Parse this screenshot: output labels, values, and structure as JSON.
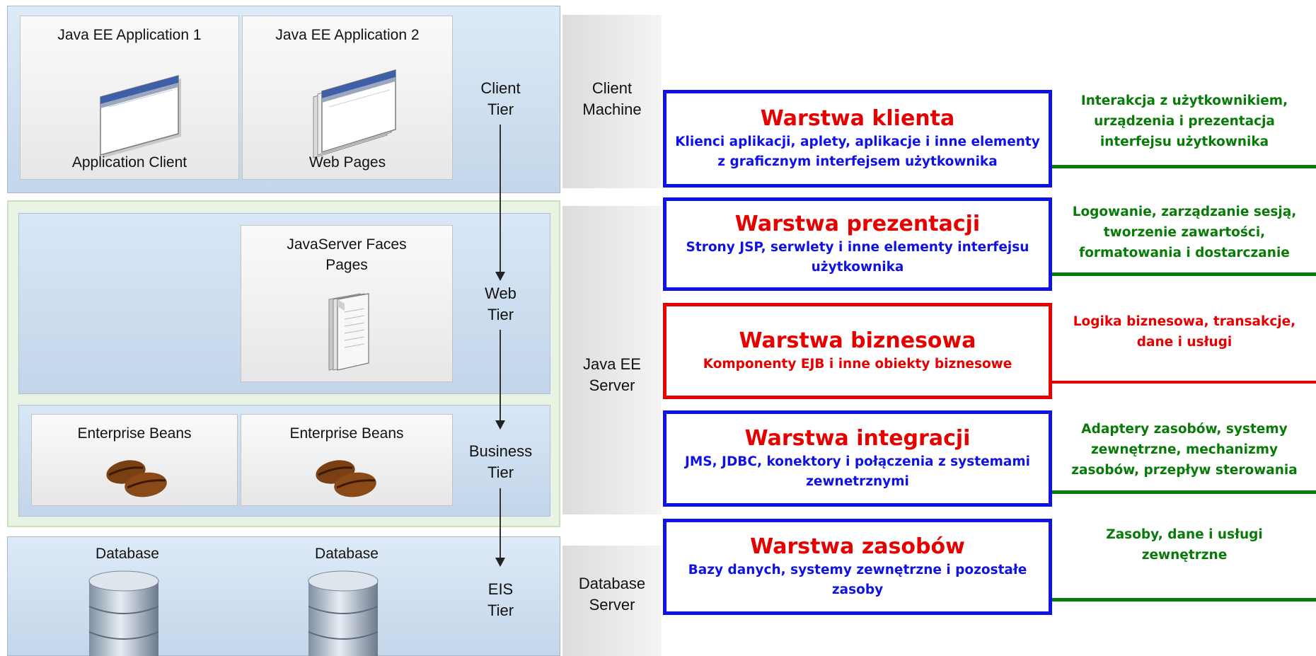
{
  "left": {
    "client_apps": [
      {
        "title": "Java EE Application 1",
        "caption": "Application Client"
      },
      {
        "title": "Java EE Application 2",
        "caption": "Web Pages"
      }
    ],
    "web_component": "JavaServer Faces\nPages",
    "beans": [
      "Enterprise Beans",
      "Enterprise Beans"
    ],
    "databases": [
      "Database",
      "Database"
    ],
    "tiers": {
      "client": "Client\nTier",
      "web": "Web\nTier",
      "business": "Business\nTier",
      "eis": "EIS\nTier"
    },
    "machines": {
      "client": "Client\nMachine",
      "server": "Java EE\nServer",
      "db": "Database\nServer"
    }
  },
  "layers": [
    {
      "title": "Warstwa klienta",
      "subtitle": "Klienci aplikacji, aplety, aplikacje i inne elementy z graficznym interfejsem użytkownika",
      "color": "#0f12e3"
    },
    {
      "title": "Warstwa prezentacji",
      "subtitle": "Strony JSP, serwlety i inne elementy interfejsu użytkownika",
      "color": "#0f12e3"
    },
    {
      "title": "Warstwa biznesowa",
      "subtitle": "Komponenty EJB i inne obiekty biznesowe",
      "color": "#e60000"
    },
    {
      "title": "Warstwa integracji",
      "subtitle": "JMS, JDBC, konektory i połączenia z systemami zewnetrznymi",
      "color": "#0f12e3"
    },
    {
      "title": "Warstwa zasobów",
      "subtitle": "Bazy danych, systemy zewnętrzne i pozostałe zasoby",
      "color": "#0f12e3"
    }
  ],
  "descriptions": [
    {
      "text": "Interakcja z użytkownikiem,\nurządzenia i prezentacja\ninterfejsu użytkownika",
      "color": "#077a07"
    },
    {
      "text": "Logowanie, zarządzanie sesją,\ntworzenie zawartości,\nformatowania i dostarczanie",
      "color": "#077a07"
    },
    {
      "text": "Logika biznesowa, transakcje,\ndane i usługi",
      "color": "#e60000"
    },
    {
      "text": "Adaptery zasobów, systemy\nzewnętrzne, mechanizmy\nzasobów, przepływ sterowania",
      "color": "#077a07"
    },
    {
      "text": "Zasoby, dane i usługi\nzewnętrzne",
      "color": "#077a07"
    }
  ]
}
